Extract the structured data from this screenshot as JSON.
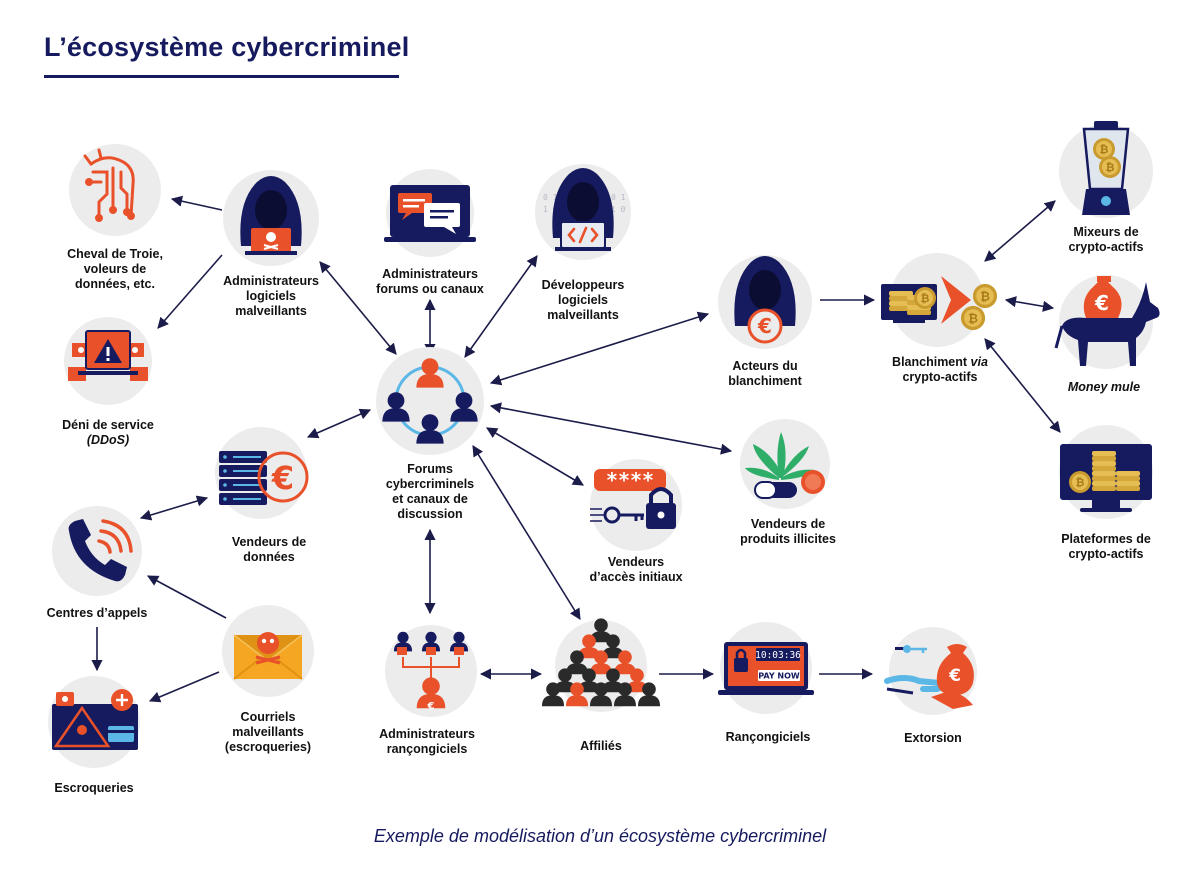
{
  "title": "L’écosystème cybercriminel",
  "caption": "Exemple de modélisation d’un écosystème cybercriminel",
  "colors": {
    "navy": "#161a5e",
    "orange": "#e8512a",
    "circle": "#ececec",
    "edge": "#1c1c4a"
  },
  "nodes": {
    "cheval": {
      "icon": "trojan-horse-circuit-icon",
      "lines": [
        {
          "t": "Cheval de Troie,"
        },
        {
          "t": "voleurs de"
        },
        {
          "t": "données, etc."
        }
      ]
    },
    "deni": {
      "icon": "ddos-warning-screens-icon",
      "lines": [
        {
          "t": "Déni de service"
        },
        {
          "t": "(DDoS)",
          "i": true
        }
      ]
    },
    "admin_mal": {
      "icon": "hooded-hacker-skull-laptop-icon",
      "lines": [
        {
          "t": "Administrateurs"
        },
        {
          "t": "logiciels"
        },
        {
          "t": "malveillants"
        }
      ]
    },
    "admin_forum": {
      "icon": "chat-laptop-icon",
      "lines": [
        {
          "t": "Administrateurs"
        },
        {
          "t": "forums ou canaux"
        }
      ]
    },
    "dev": {
      "icon": "hooded-hacker-code-laptop-icon",
      "lines": [
        {
          "t": "Développeurs"
        },
        {
          "t": "logiciels"
        },
        {
          "t": "malveillants"
        }
      ]
    },
    "forums": {
      "icon": "group-network-icon",
      "lines": [
        {
          "t": "Forums"
        },
        {
          "t": "cybercriminels"
        },
        {
          "t": "et canaux de"
        },
        {
          "t": "discussion"
        }
      ]
    },
    "vendeurs_donnees": {
      "icon": "database-euro-icon",
      "lines": [
        {
          "t": "Vendeurs de"
        },
        {
          "t": "données"
        }
      ]
    },
    "centres": {
      "icon": "phone-call-icon",
      "lines": [
        {
          "t": "Centres d’appels"
        }
      ]
    },
    "escro": {
      "icon": "scam-screen-icon",
      "lines": [
        {
          "t": "Escroqueries"
        }
      ]
    },
    "courriels": {
      "icon": "malicious-envelope-icon",
      "lines": [
        {
          "t": "Courriels"
        },
        {
          "t": "malveillants"
        },
        {
          "t": "(escroqueries)"
        }
      ]
    },
    "admin_ranc": {
      "icon": "ransomware-admin-hierarchy-icon",
      "lines": [
        {
          "t": "Administrateurs"
        },
        {
          "t": "rançongiciels"
        }
      ]
    },
    "affilies": {
      "icon": "affiliates-crowd-icon",
      "lines": [
        {
          "t": "Affiliés"
        }
      ]
    },
    "rancongiciels": {
      "icon": "ransom-screen-icon",
      "lines": [
        {
          "t": "Rançongiciels"
        }
      ],
      "screen_time": "10:03:36",
      "screen_button": "PAY NOW"
    },
    "extorsion": {
      "icon": "hand-money-bag-icon",
      "lines": [
        {
          "t": "Extorsion"
        }
      ]
    },
    "acces": {
      "icon": "password-key-lock-icon",
      "lines": [
        {
          "t": "Vendeurs"
        },
        {
          "t": "d’accès initiaux"
        }
      ],
      "password_mask": "****"
    },
    "produits": {
      "icon": "cannabis-pill-icon",
      "lines": [
        {
          "t": "Vendeurs de"
        },
        {
          "t": "produits illicites"
        }
      ]
    },
    "acteurs": {
      "icon": "hooded-hacker-euro-icon",
      "lines": [
        {
          "t": "Acteurs du"
        },
        {
          "t": "blanchiment"
        }
      ]
    },
    "blanch": {
      "icon": "crypto-laundering-icon",
      "lines": [
        {
          "t": "Blanchiment "
        },
        {
          "t": "via",
          "i": true,
          "join": true
        },
        {
          "t": "crypto-actifs"
        }
      ]
    },
    "mixeurs": {
      "icon": "crypto-blender-icon",
      "lines": [
        {
          "t": "Mixeurs de"
        },
        {
          "t": "crypto-actifs"
        }
      ]
    },
    "mule": {
      "icon": "donkey-money-bag-icon",
      "lines": [
        {
          "t": "Money mule",
          "i": true
        }
      ]
    },
    "plateformes": {
      "icon": "crypto-platform-screen-icon",
      "lines": [
        {
          "t": "Plateformes de"
        },
        {
          "t": "crypto-actifs"
        }
      ]
    }
  }
}
